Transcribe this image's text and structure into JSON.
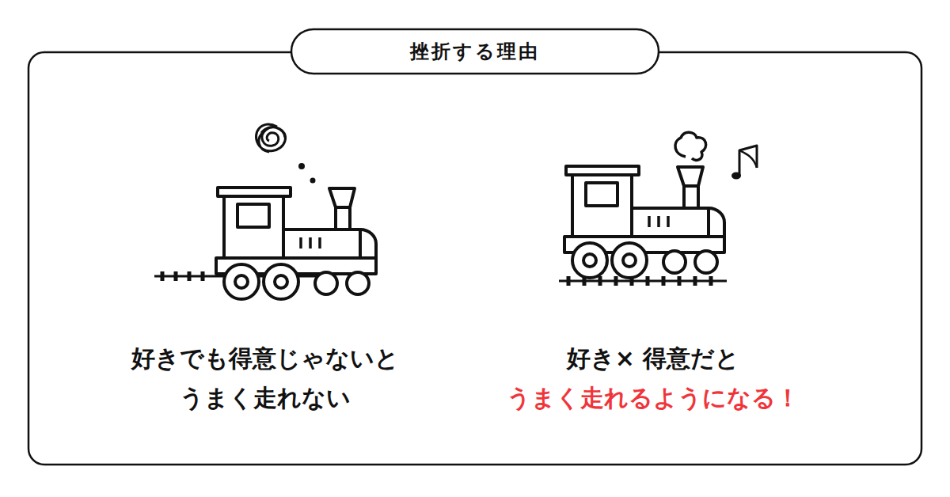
{
  "diagram": {
    "title": "挫折する理由",
    "labels": [
      "好きでも得意じゃないと うまく走れない",
      "好き× 得意だと",
      "うまく走れるようになる！"
    ]
  }
}
